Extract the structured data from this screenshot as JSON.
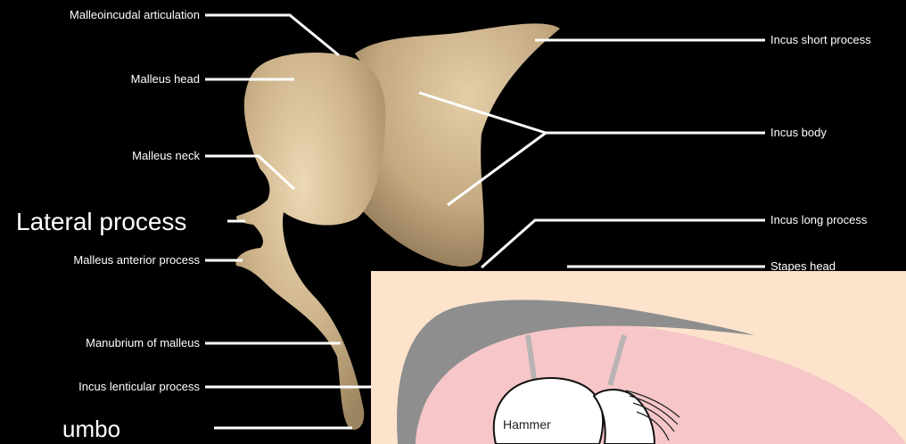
{
  "labels_left": {
    "malleoincudal": "Malleoincudal articulation",
    "malleus_head": "Malleus head",
    "malleus_neck": "Malleus neck",
    "lateral_process": "Lateral process",
    "malleus_anterior": "Malleus anterior process",
    "manubrium": "Manubrium of malleus",
    "incus_lenticular": "Incus lenticular process",
    "umbo": "umbo"
  },
  "labels_right": {
    "incus_short": "Incus short process",
    "incus_body": "Incus body",
    "incus_long": "Incus long process",
    "stapes_head": "Stapes head"
  },
  "inset": {
    "hammer": "Hammer"
  },
  "colors": {
    "background": "#000000",
    "bone": "#c9b089",
    "leader_line": "#ffffff",
    "inset_background": "#fde3cc",
    "inset_gray": "#8a8a8a",
    "inset_pink": "#f6c6c8"
  }
}
